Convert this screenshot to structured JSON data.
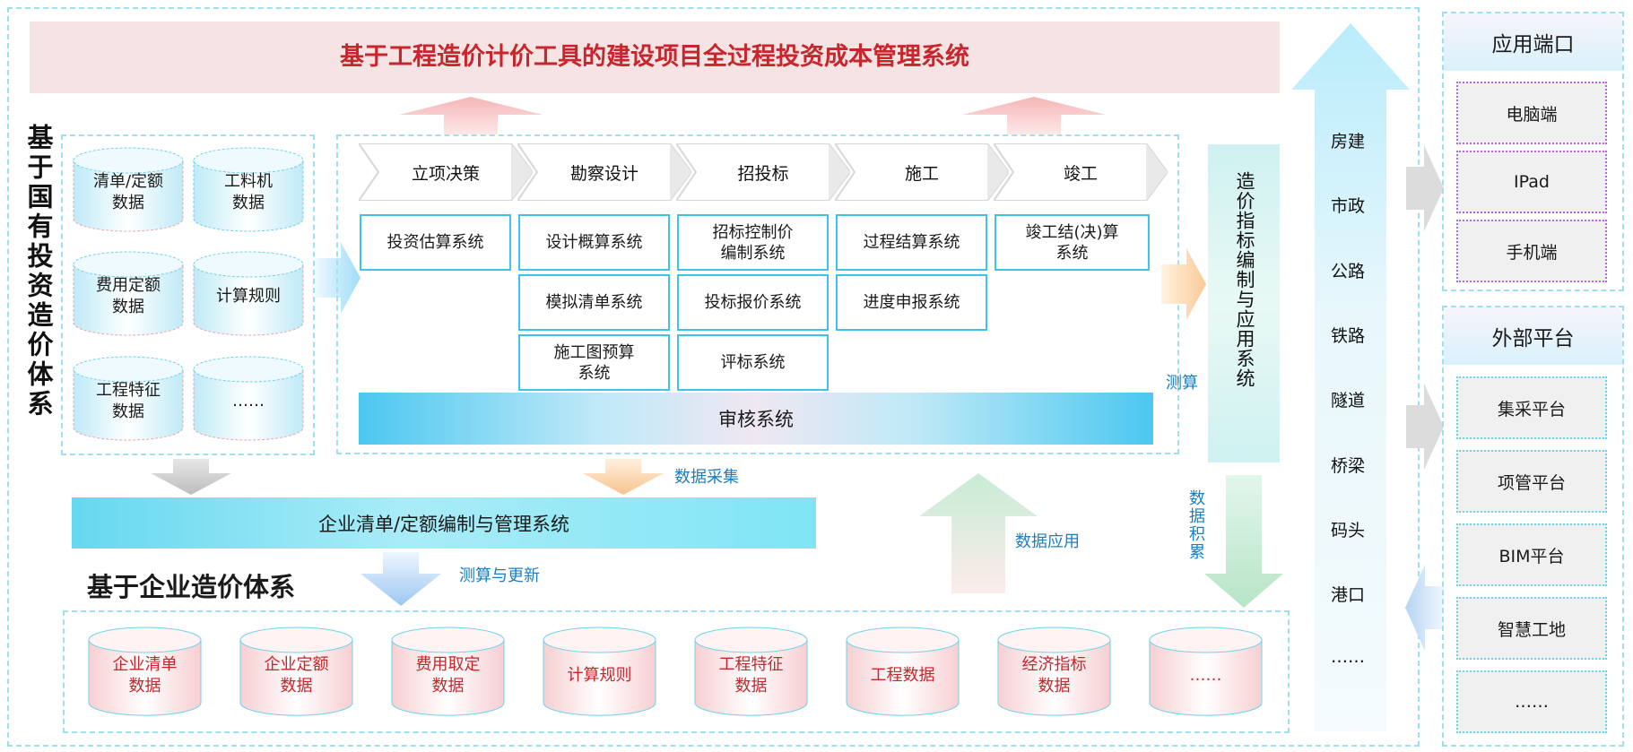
{
  "title": "基于工程造价计价工具的建设项目全过程投资成本管理系统",
  "left_vertical_title": "基于国有投资造价体系",
  "state_cylinders": [
    "清单/定额\n数据",
    "工料机\n数据",
    "费用定额\n数据",
    "计算规则",
    "工程特征\n数据",
    "……"
  ],
  "phases": [
    "立项决策",
    "勘察设计",
    "招投标",
    "施工",
    "竣工"
  ],
  "systems": {
    "col1": [
      "投资估算系统"
    ],
    "col2": [
      "设计概算系统",
      "模拟清单系统",
      "施工图预算\n系统"
    ],
    "col3": [
      "招标控制价\n编制系统",
      "投标报价系统",
      "评标系统"
    ],
    "col4": [
      "过程结算系统",
      "进度申报系统"
    ],
    "col5": [
      "竣工结(决)算\n系统"
    ]
  },
  "audit_system": "审核系统",
  "index_system": "造价指标编制与应用系统",
  "labels": {
    "measure": "测算",
    "data_collect": "数据采集",
    "data_apply": "数据应用",
    "data_accumulate": "数据积累",
    "measure_update": "测算与更新"
  },
  "enterprise_system": "企业清单/定额编制与管理系统",
  "enterprise_title": "基于企业造价体系",
  "enterprise_cylinders": [
    "企业清单\n数据",
    "企业定额\n数据",
    "费用取定\n数据",
    "计算规则",
    "工程特征\n数据",
    "工程数据",
    "经济指标\n数据",
    "……"
  ],
  "industries": [
    "房建",
    "市政",
    "公路",
    "铁路",
    "隧道",
    "桥梁",
    "码头",
    "港口",
    "……"
  ],
  "app_ports": {
    "title": "应用端口",
    "items": [
      "电脑端",
      "IPad",
      "手机端"
    ]
  },
  "external": {
    "title": "外部平台",
    "items": [
      "集采平台",
      "项管平台",
      "BIM平台",
      "智慧工地",
      "……"
    ]
  },
  "colors": {
    "title_red": "#c8252c",
    "accent_blue": "#1a7fc0",
    "border_cyan": "#9fe0ee"
  }
}
